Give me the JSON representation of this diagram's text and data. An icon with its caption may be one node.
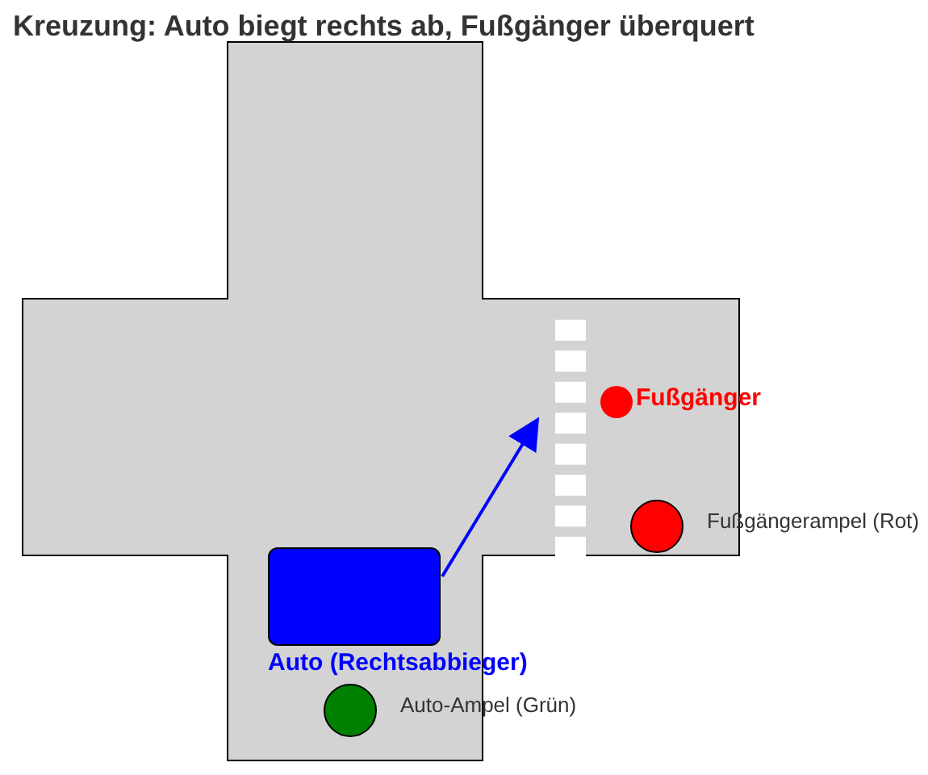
{
  "diagram": {
    "title": "Kreuzung: Auto biegt rechts ab, Fußgänger überquert",
    "nodes": [
      {
        "text": [
          "Fußgänger"
        ]
      },
      {
        "text": [
          "Fußgängerampel (Rot)"
        ]
      },
      {
        "text": [
          "Auto (Rechtsabbieger)"
        ]
      },
      {
        "text": [
          "Auto-Ampel (Grün)"
        ]
      }
    ],
    "edges": [
      {
        "from": 2,
        "to": 0,
        "arrow": "to"
      }
    ]
  }
}
